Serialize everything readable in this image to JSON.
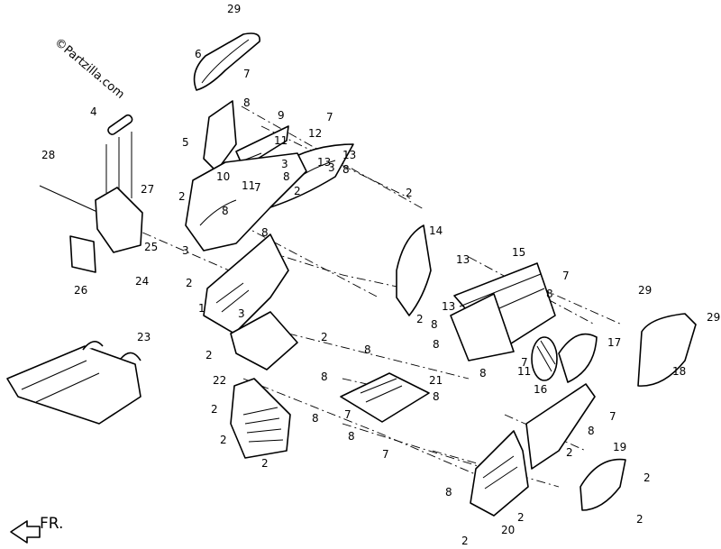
{
  "watermark": "©Partzilla.com",
  "direction_label": "FR.",
  "callouts": [
    "29",
    "6",
    "7",
    "8",
    "4",
    "9",
    "7",
    "5",
    "12",
    "13",
    "11",
    "13",
    "3",
    "10",
    "11",
    "3",
    "8",
    "28",
    "27",
    "2",
    "8",
    "7",
    "8",
    "2",
    "3",
    "8",
    "25",
    "26",
    "24",
    "14",
    "2",
    "15",
    "13",
    "7",
    "1",
    "2",
    "2",
    "3",
    "13",
    "8",
    "29",
    "29",
    "8",
    "2",
    "17",
    "23",
    "2",
    "8",
    "8",
    "7",
    "11",
    "16",
    "18",
    "8",
    "22",
    "21",
    "2",
    "8",
    "8",
    "7",
    "2",
    "7",
    "8",
    "2",
    "8",
    "7",
    "19",
    "2",
    "8",
    "2",
    "2",
    "8",
    "20",
    "2",
    "2"
  ]
}
